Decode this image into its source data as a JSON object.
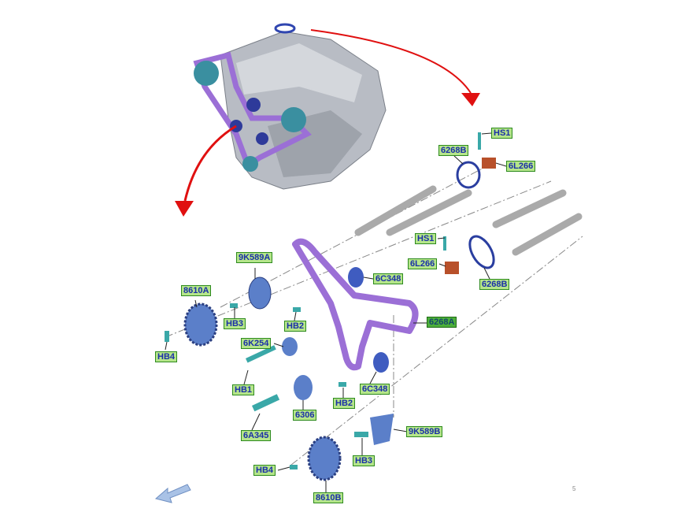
{
  "diagram": {
    "callouts": [
      {
        "id": "hs1-top",
        "text": "HS1"
      },
      {
        "id": "6268b-top",
        "text": "6268B"
      },
      {
        "id": "6l266-top",
        "text": "6L266"
      },
      {
        "id": "hs1-mid",
        "text": "HS1"
      },
      {
        "id": "6l266-mid",
        "text": "6L266"
      },
      {
        "id": "6268b-mid",
        "text": "6268B"
      },
      {
        "id": "9k589a",
        "text": "9K589A"
      },
      {
        "id": "8610a",
        "text": "8610A"
      },
      {
        "id": "hb3-top",
        "text": "HB3"
      },
      {
        "id": "hb2-top",
        "text": "HB2"
      },
      {
        "id": "6c348-top",
        "text": "6C348"
      },
      {
        "id": "6268a",
        "text": "6268A",
        "selected": true
      },
      {
        "id": "hb4-top",
        "text": "HB4"
      },
      {
        "id": "6k254",
        "text": "6K254"
      },
      {
        "id": "hb1",
        "text": "HB1"
      },
      {
        "id": "6306",
        "text": "6306"
      },
      {
        "id": "hb2-bottom",
        "text": "HB2"
      },
      {
        "id": "6c348-bottom",
        "text": "6C348"
      },
      {
        "id": "6a345",
        "text": "6A345"
      },
      {
        "id": "9k589b",
        "text": "9K589B"
      },
      {
        "id": "hb3-bottom",
        "text": "HB3"
      },
      {
        "id": "hb4-bottom",
        "text": "HB4"
      },
      {
        "id": "8610b",
        "text": "8610B"
      }
    ],
    "corner_note": "5",
    "colors": {
      "belt": "#9b6fd6",
      "pulley": "#5b7fc9",
      "arrow": "#e01010",
      "label_bg": "#b5e58a",
      "label_selected": "#4caf3a"
    }
  }
}
